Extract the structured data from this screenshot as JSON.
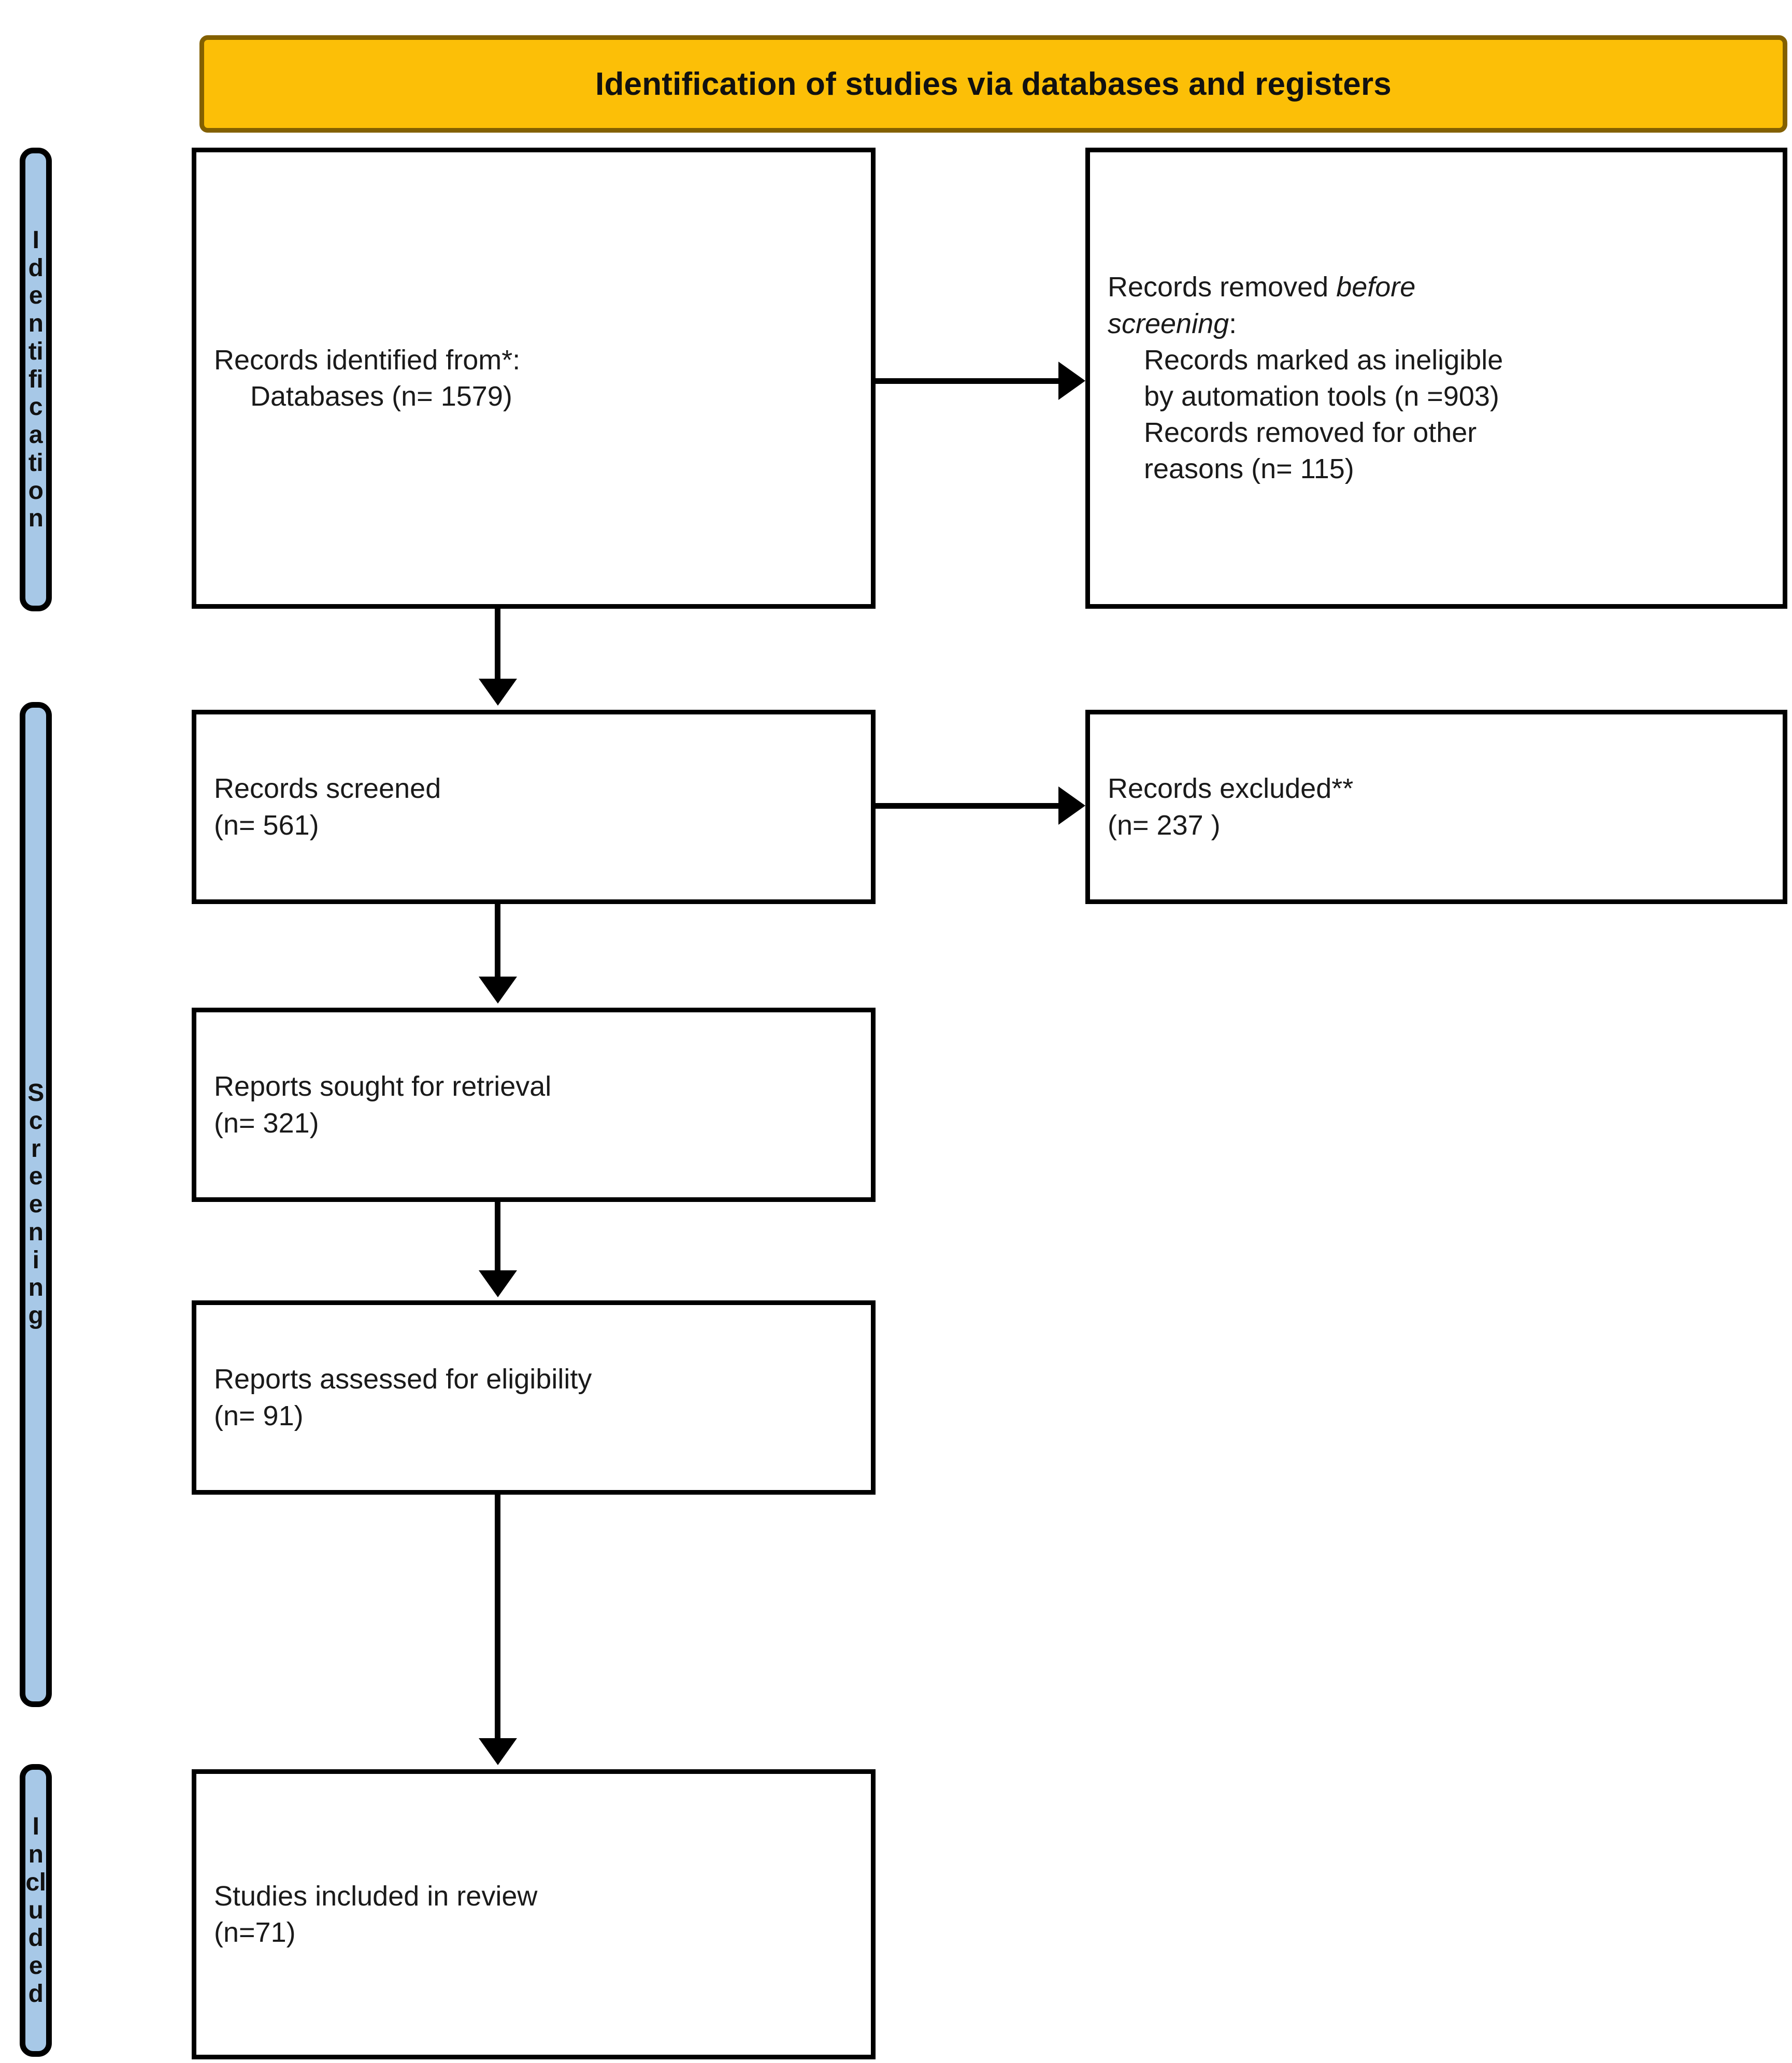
{
  "banner": {
    "title": "Identification of studies via databases and registers"
  },
  "colors": {
    "banner_fill": "#FCBF07",
    "banner_border": "#836000",
    "stage_tab_fill": "#A7C8E7",
    "box_border": "#000000",
    "text": "#1a1a1a"
  },
  "stages": [
    {
      "name": "identification",
      "label": "Identification"
    },
    {
      "name": "screening",
      "label": "Screening"
    },
    {
      "name": "included",
      "label": "Included"
    }
  ],
  "boxes": {
    "records_identified": {
      "line1": "Records identified from*:",
      "line2": "Databases (n= 1579)"
    },
    "records_removed": {
      "line1_prefix": "Records removed ",
      "line1_italic": "before",
      "line2_italic": "screening",
      "line2_suffix": ":",
      "line3": "Records marked as ineligible",
      "line4": "by automation tools (n =903)",
      "line5": "Records removed for other",
      "line6": "reasons (n= 115)"
    },
    "records_screened": {
      "line1": "Records screened",
      "line2": "(n= 561)"
    },
    "records_excluded": {
      "line1": "Records excluded**",
      "line2": "(n= 237 )"
    },
    "reports_sought": {
      "line1": "Reports sought for retrieval",
      "line2": "(n= 321)"
    },
    "reports_assessed": {
      "line1": "Reports assessed for eligibility",
      "line2": "(n= 91)"
    },
    "studies_included": {
      "line1": "Studies included in review",
      "line2": "(n=71)"
    }
  },
  "chart_data": {
    "type": "diagram",
    "title": "Identification of studies via databases and registers",
    "diagram_kind": "PRISMA 2020 flow diagram",
    "nodes": [
      {
        "id": "records_identified",
        "stage": "Identification",
        "label": "Records identified from*: Databases",
        "n": 1579
      },
      {
        "id": "records_removed_ineligible",
        "stage": "Identification",
        "label": "Records marked as ineligible by automation tools",
        "n": 903
      },
      {
        "id": "records_removed_other",
        "stage": "Identification",
        "label": "Records removed for other reasons",
        "n": 115
      },
      {
        "id": "records_screened",
        "stage": "Screening",
        "label": "Records screened",
        "n": 561
      },
      {
        "id": "records_excluded",
        "stage": "Screening",
        "label": "Records excluded**",
        "n": 237
      },
      {
        "id": "reports_sought",
        "stage": "Screening",
        "label": "Reports sought for retrieval",
        "n": 321
      },
      {
        "id": "reports_assessed",
        "stage": "Screening",
        "label": "Reports assessed for eligibility",
        "n": 91
      },
      {
        "id": "studies_included",
        "stage": "Included",
        "label": "Studies included in review",
        "n": 71
      }
    ],
    "edges": [
      {
        "from": "records_identified",
        "to": "records_removed_ineligible",
        "direction": "right"
      },
      {
        "from": "records_identified",
        "to": "records_screened",
        "direction": "down"
      },
      {
        "from": "records_screened",
        "to": "records_excluded",
        "direction": "right"
      },
      {
        "from": "records_screened",
        "to": "reports_sought",
        "direction": "down"
      },
      {
        "from": "reports_sought",
        "to": "reports_assessed",
        "direction": "down"
      },
      {
        "from": "reports_assessed",
        "to": "studies_included",
        "direction": "down"
      }
    ]
  }
}
